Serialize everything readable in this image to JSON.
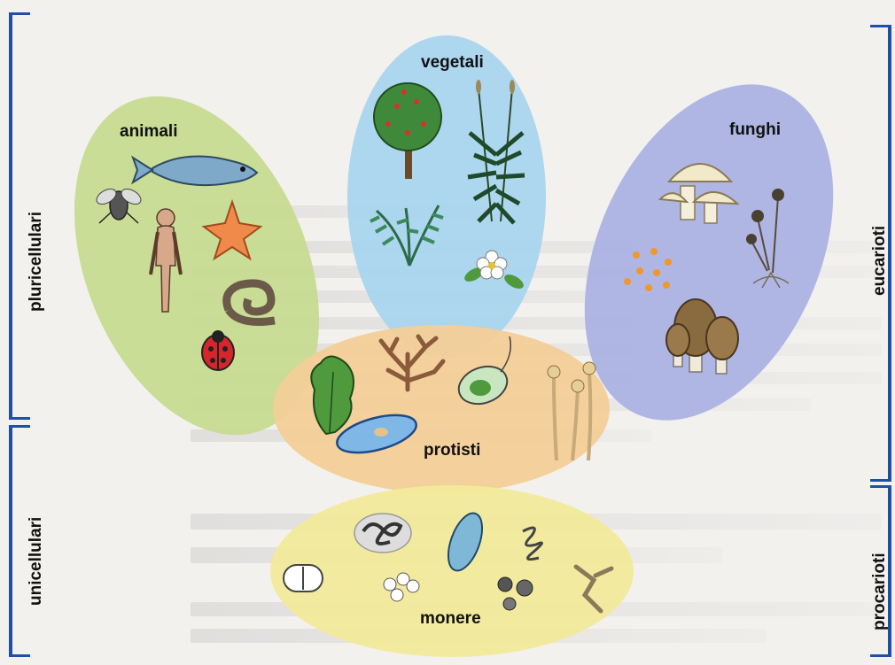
{
  "diagram": {
    "kingdoms": {
      "animali": "animali",
      "vegetali": "vegetali",
      "funghi": "funghi",
      "protisti": "protisti",
      "monere": "monere"
    },
    "groups": {
      "pluricellulari": "pluricellulari",
      "unicellulari": "unicellulari",
      "eucarioti": "eucarioti",
      "procarioti": "procarioti"
    },
    "colors": {
      "animali": "#c6db8e",
      "vegetali": "#a9d4ee",
      "funghi": "#a9b1e3",
      "protisti": "#f3cf97",
      "monere": "#f1ea9a",
      "bracket": "#1f4fa8"
    }
  }
}
